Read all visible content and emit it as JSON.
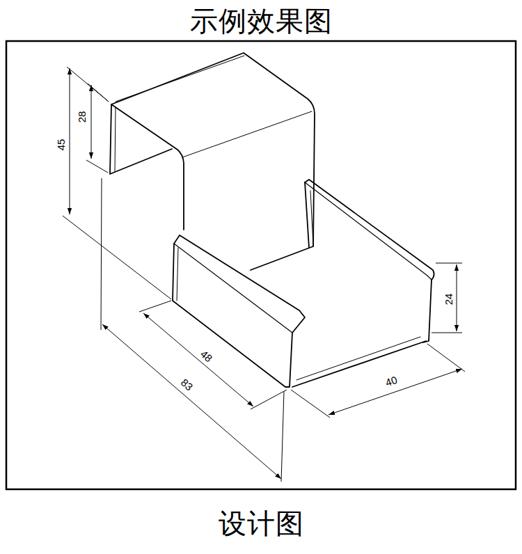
{
  "diagram": {
    "title": "示例效果图",
    "caption": "设计图",
    "labels": [
      "28",
      "45",
      "83",
      "48",
      "40",
      "24"
    ]
  }
}
